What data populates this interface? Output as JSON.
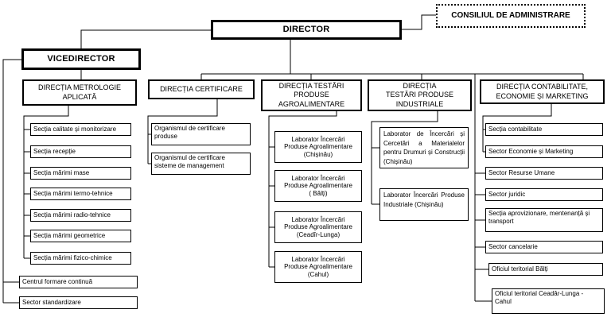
{
  "top": {
    "director": "DIRECTOR",
    "board": "CONSILIUL DE ADMINISTRARE",
    "vicedirector": "VICEDIRECTOR"
  },
  "divisions": [
    {
      "label": "DIRECȚIA METROLOGIE\nAPLICATĂ",
      "children": [
        "Secția calitate și monitorizare",
        "Secția recepție",
        "Secția mărimi mase",
        "Secția mărimi termo-tehnice",
        "Secția mărimi radio-tehnice",
        "Secția mărimi geometrice",
        "Secția mărimi fizico-chimice"
      ]
    },
    {
      "label": "DIRECȚIA CERTIFICARE",
      "children": [
        "Organismul de certificare produse",
        "Organismul de certificare sisteme de management"
      ]
    },
    {
      "label": "DIRECȚIA TESTĂRI\nPRODUSE\nAGROALIMENTARE",
      "children": [
        "Laborator Încercări\nProduse Agroalimentare\n(Chișinău)",
        "Laborator Încercări\nProduse Agroalimentare\n( Bălți)",
        "Laborator Încercări\nProduse Agroalimentare\n(Ceadîr-Lunga)",
        "Laborator Încercări\nProduse Agroalimentare\n(Cahul)"
      ]
    },
    {
      "label": "DIRECȚIA\nTESTĂRI PRODUSE\nINDUSTRIALE",
      "children": [
        "Laborator de Încercări și Cercetări a Materialelor pentru Drumuri și Construcții (Chișinău)",
        "Laborator Încercări Produse Industriale (Chișinău)"
      ]
    },
    {
      "label": "DIRECȚIA CONTABILITATE,\nECONOMIE ȘI MARKETING",
      "children": [
        "Secția contabilitate",
        "Sector Economie și Marketing",
        "Sector Resurse Umane",
        "Sector juridic",
        "Secția aprovizionare, mentenanță și transport",
        "Sector cancelarie",
        "Oficiul teritorial Bălți",
        "Oficiul teritorial Ceadâr-Lunga - Cahul"
      ]
    }
  ],
  "vicedirector_units": [
    "Centrul formare continuă",
    "Sector standardizare"
  ],
  "colors": {
    "line": "#000000",
    "background": "#ffffff",
    "text": "#000000"
  }
}
